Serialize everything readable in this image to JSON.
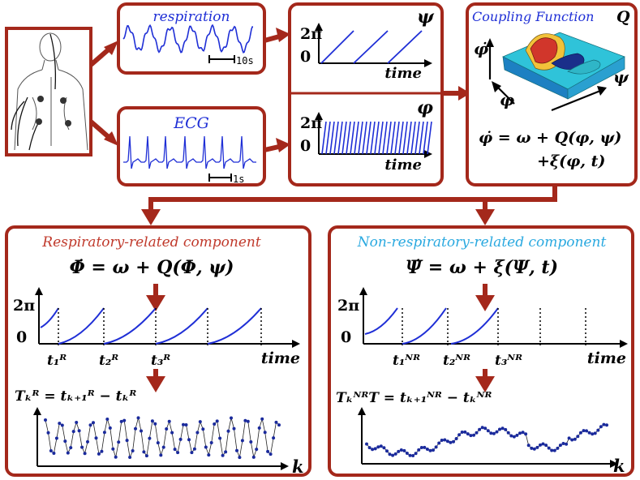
{
  "signals": {
    "respiration_label": "respiration",
    "respiration_scale": "10s",
    "ecg_label": "ECG",
    "ecg_scale": "1s"
  },
  "phases": {
    "ytick_top": "2π",
    "ytick_zero": "0",
    "psi_symbol": "ψ",
    "phi_symbol": "φ",
    "xlabel": "time"
  },
  "coupling": {
    "title": "Coupling Function",
    "q_symbol": "Q",
    "axis_phidot": "φ̇",
    "axis_phi": "φ",
    "axis_psi": "ψ",
    "eq_line1": "φ̇ = ω + Q(φ, ψ)",
    "eq_line2": "+ξ(φ, t)"
  },
  "respiratory_panel": {
    "title": "Respiratory-related component",
    "title_color": "#c0392b",
    "equation": "Φ̇ = ω + Q(Φ, ψ)",
    "ytick_top": "2π",
    "ytick_zero": "0",
    "t1": "t₁ᴿ",
    "t2": "t₂ᴿ",
    "t3": "t₃ᴿ",
    "xlabel": "time",
    "interval_formula": "Tₖᴿ = tₖ₊₁ᴿ − tₖᴿ",
    "k_label": "k"
  },
  "nonrespiratory_panel": {
    "title": "Non-respiratory-related component",
    "title_color": "#2aa9e0",
    "equation": "Ψ̇ = ω + ξ(Ψ, t)",
    "ytick_top": "2π",
    "ytick_zero": "0",
    "t1": "t₁ᴺᴿ",
    "t2": "t₂ᴺᴿ",
    "t3": "t₃ᴺᴿ",
    "xlabel": "time",
    "interval_formula": "TₖᴺᴿT = tₖ₊₁ᴺᴿ − tₖᴺᴿ",
    "k_label": "k"
  },
  "colors": {
    "arrow": "#a4281b",
    "signal": "#1f2fd6",
    "dots": "#1a2a9c"
  }
}
